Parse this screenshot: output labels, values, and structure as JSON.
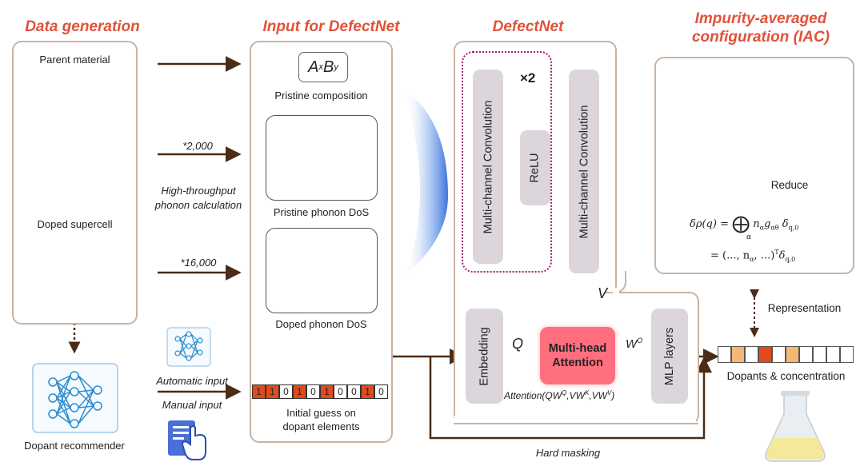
{
  "sections": {
    "data_generation": "Data generation",
    "input": "Input for DefectNet",
    "defectnet": "DefectNet",
    "iac_line1": "Impurity-averaged",
    "iac_line2": "configuration (IAC)"
  },
  "data_gen": {
    "parent": "Parent material",
    "doped": "Doped supercell",
    "recommender": "Dopant recommender",
    "count_pristine": "*2,000",
    "count_doped": "*16,000",
    "ht_line1": "High-throughput",
    "ht_line2": "phonon calculation",
    "auto_input": "Automatic input",
    "manual_input": "Manual input"
  },
  "inputs": {
    "formula_a": "A",
    "formula_x": "x",
    "formula_b": "B",
    "formula_y": "y",
    "pristine_comp": "Pristine composition",
    "pristine_dos": "Pristine phonon DoS",
    "doped_dos": "Doped phonon DoS",
    "guess_line1": "Initial guess on",
    "guess_line2": "dopant elements",
    "bits": [
      "1",
      "1",
      "0",
      "1",
      "0",
      "1",
      "0",
      "0",
      "1",
      "0"
    ]
  },
  "defectnet": {
    "conv1": "Multi-channel Convolution",
    "relu": "ReLU",
    "conv2": "Multi-channel Convolution",
    "repeat": "×2",
    "v": "V",
    "q": "Q",
    "wo": "W",
    "wo_sup": "O",
    "embedding": "Embedding",
    "attn_line1": "Multi-head",
    "attn_line2": "Attention",
    "mlp": "MLP layers",
    "attn_formula": "Attention(QW",
    "attn_sup_q": "Q",
    "attn_mid1": ",VW",
    "attn_sup_k": "K",
    "attn_mid2": ",VW",
    "attn_sup_v": "V",
    "attn_end": ")",
    "hard_masking": "Hard masking"
  },
  "iac": {
    "reduce": "Reduce",
    "representation": "Representation",
    "output_label": "Dopants & concentration",
    "output_cells": [
      "",
      "filled-light",
      "",
      "filled-dark",
      "",
      "filled-light",
      "",
      "",
      "",
      ""
    ],
    "eq1_lhs": "δρ(q) =",
    "eq1_rhs": "n",
    "eq1_sub_a": "α",
    "eq1_g": "g",
    "eq1_sub_g": "αθ",
    "eq1_delta": "δ",
    "eq1_sub_q0": "q,0",
    "eq_sum_sub": "α",
    "eq2": "= (..., n",
    "eq2_sub": "α",
    "eq2_end": ", ...)",
    "eq2_sup": "T",
    "eq2_delta": "δ",
    "eq2_sub_q0": "q,0"
  },
  "colors": {
    "accent_red": "#e0523a",
    "panel_border": "#c9b3a2",
    "arrow": "#4a2c17",
    "box_gray": "#dcd6dc",
    "attention_pink": "#ff6f7d",
    "dos_orange": "#f5b042",
    "dos_purple": "#9b2a86",
    "bit_red": "#e34a1b",
    "cell_light": "#f5b773",
    "cell_dark": "#e34a1b",
    "atom_orange": "#e48a2a",
    "bond_green": "#2f7a3c",
    "dashed_purple": "#a0176f",
    "nn_blue": "#2a8ecf"
  }
}
